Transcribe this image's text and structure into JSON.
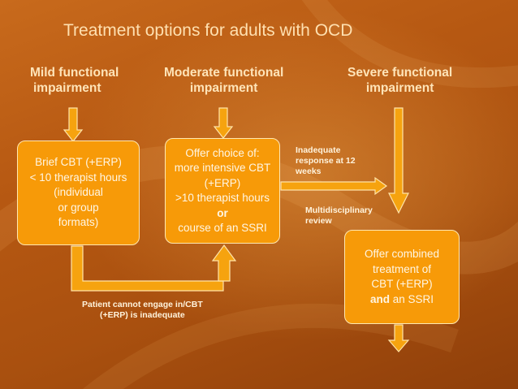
{
  "title": "Treatment options for adults with OCD",
  "headings": {
    "mild": [
      "Mild functional",
      "impairment"
    ],
    "moderate": [
      "Moderate functional",
      "impairment"
    ],
    "severe": [
      "Severe functional",
      "impairment"
    ]
  },
  "boxes": {
    "brief_cbt": [
      "Brief CBT (+ERP)",
      "< 10 therapist hours",
      "(individual",
      "or group",
      "formats)"
    ],
    "offer_choice": {
      "line1": "Offer choice of:",
      "line2": "more intensive CBT",
      "line3": "(+ERP)",
      "line4": ">10 therapist hours",
      "or": "or",
      "line6": "course of an SSRI"
    },
    "combined": {
      "line1": "Offer combined",
      "line2": "treatment of",
      "line3": "CBT (+ERP)",
      "and": "and",
      "line4_rest": " an SSRI"
    }
  },
  "notes": {
    "inadequate": [
      "Inadequate",
      "response at 12",
      "weeks"
    ],
    "multidisciplinary": [
      "Multidisciplinary",
      "review"
    ],
    "cannot_engage": [
      "Patient cannot engage in/CBT",
      "(+ERP) is inadequate"
    ]
  },
  "colors": {
    "box_fill": "#f79a08",
    "box_border": "#ffe7b0",
    "arrow_fill": "#f6a30f",
    "arrow_stroke": "#ffe3a8",
    "heading_text": "#ffe4b8"
  }
}
